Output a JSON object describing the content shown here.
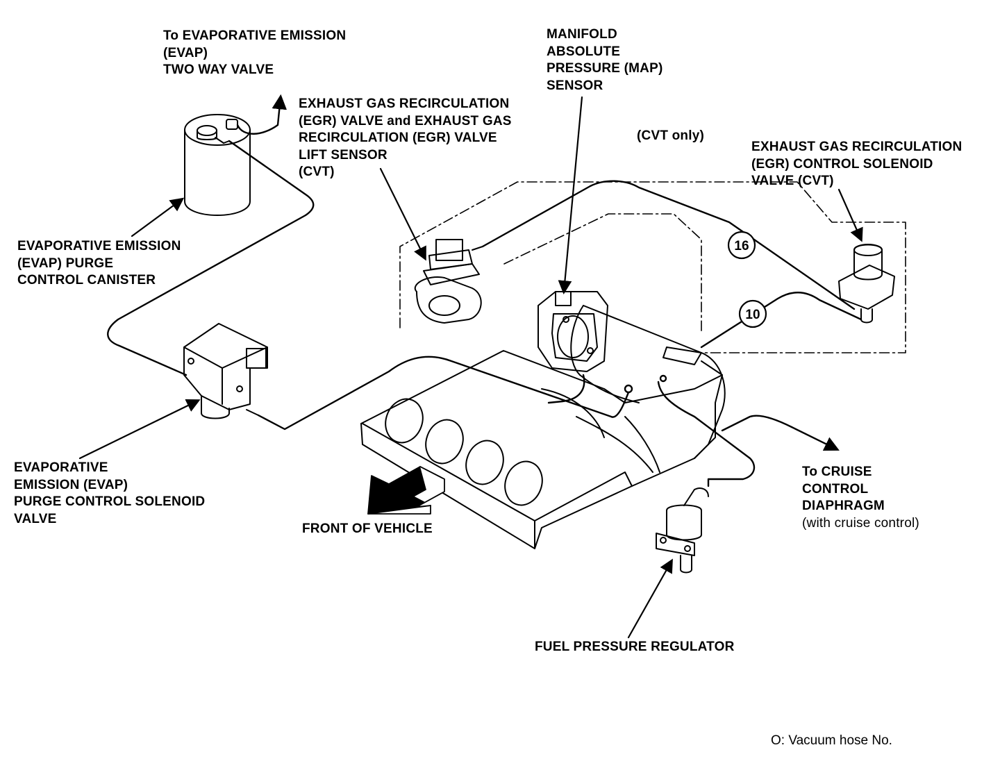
{
  "labels": {
    "evap_two_way": [
      "To EVAPORATIVE EMISSION",
      "(EVAP)",
      "TWO WAY VALVE"
    ],
    "egr_valve": [
      "EXHAUST GAS RECIRCULATION",
      "(EGR) VALVE and EXHAUST GAS",
      "RECIRCULATION (EGR) VALVE",
      "LIFT SENSOR",
      "(CVT)"
    ],
    "map_sensor": [
      "MANIFOLD",
      "ABSOLUTE",
      "PRESSURE (MAP)",
      "SENSOR"
    ],
    "cvt_only": "(CVT only)",
    "egr_solenoid": [
      "EXHAUST GAS RECIRCULATION",
      "(EGR) CONTROL SOLENOID",
      "VALVE (CVT)"
    ],
    "evap_canister": [
      "EVAPORATIVE EMISSION",
      "(EVAP) PURGE",
      "CONTROL CANISTER"
    ],
    "evap_solenoid": [
      "EVAPORATIVE",
      "EMISSION (EVAP)",
      "PURGE CONTROL SOLENOID",
      "VALVE"
    ],
    "front_of_vehicle": "FRONT OF VEHICLE",
    "cruise": [
      "To CRUISE",
      "CONTROL",
      "DIAPHRAGM"
    ],
    "cruise_note": "(with cruise control)",
    "fuel_regulator": "FUEL PRESSURE REGULATOR"
  },
  "hose_numbers": [
    "16",
    "10"
  ],
  "legend": {
    "symbol": "O",
    "text": ": Vacuum hose No."
  }
}
